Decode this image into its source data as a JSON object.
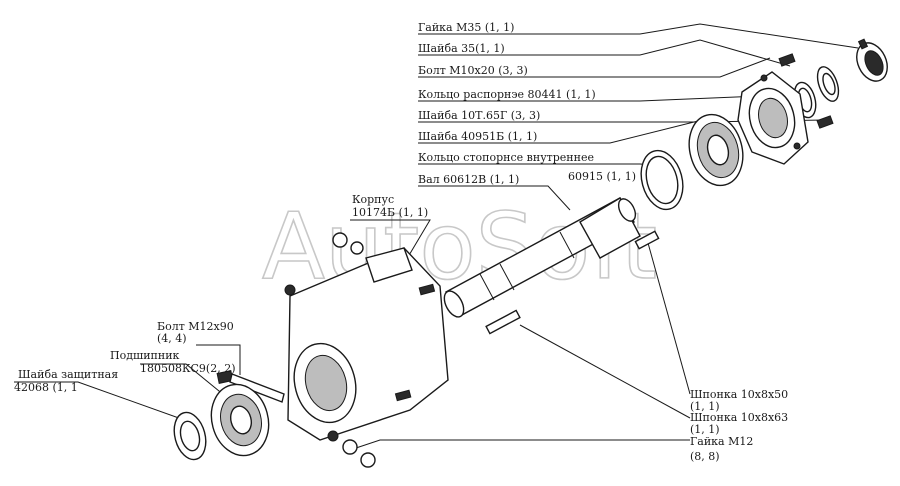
{
  "watermark": "AutoSoft",
  "labels": {
    "gaika_m35": "Гайка М35 (1, 1)",
    "shaiba_35": "Шайба 35(1, 1)",
    "bolt_m10": "Болт М10х20 (3, 3)",
    "koltso_raspornoe": "Кольцо распорнэе  80441 (1, 1)",
    "shaiba_10t": "Шайба 10Т.65Г (3, 3)",
    "shaiba_40951": "Шайба 40951Б (1, 1)",
    "koltso_stopornoe": "Кольцо стопорнсе внутреннее",
    "koltso_num": "60915 (1, 1)",
    "val": "Вал 60612В (1, 1)",
    "korpus_1": "Корпус",
    "korpus_2": "10174Б (1, 1)",
    "bolt_m12_1": "Болт М12х90",
    "bolt_m12_2": "(4, 4)",
    "podshipnik_1": "Подшипник",
    "podshipnik_2": "180508КС9(2, 2)",
    "shaiba_zash_1": "Шайба защитная",
    "shaiba_zash_2": "42068 (1, 1",
    "shponka_50_1": "Шпонка 10х8х50",
    "shponka_50_2": "(1, 1)",
    "shponka_63_1": "Шпонка 10х8х63",
    "shponka_63_2": "(1, 1)",
    "gaika_m12_1": "Гайка М12",
    "gaika_m12_2": "(8, 8)"
  }
}
